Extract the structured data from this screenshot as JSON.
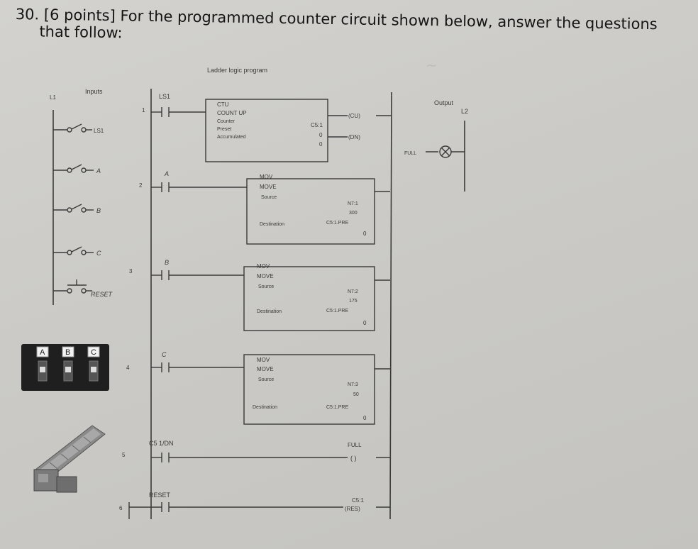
{
  "question": {
    "line1": "30. [6 points] For the programmed counter circuit shown below, answer the questions",
    "line2": "that follow:"
  },
  "diagram": {
    "title": "Ladder logic program",
    "inputs_label": "Inputs",
    "output_label": "Output",
    "l1_label": "L1",
    "l2_label": "L2",
    "inputs": [
      "LS1",
      "A",
      "B",
      "C",
      "RESET"
    ],
    "panel_buttons": [
      "A",
      "B",
      "C"
    ],
    "output_device": "FULL",
    "rungs": [
      {
        "number": "1",
        "contact": "LS1"
      },
      {
        "number": "2",
        "contact": "A"
      },
      {
        "number": "3",
        "contact": "B"
      },
      {
        "number": "4",
        "contact": "C"
      },
      {
        "number": "5",
        "contact": "C5 1/DN"
      },
      {
        "number": "6",
        "contact": "RESET"
      }
    ],
    "ctu": {
      "header": "CTU",
      "title": "COUNT UP",
      "counter_label": "Counter",
      "preset_label": "Preset",
      "accumulated_label": "Accumulated",
      "counter_value": "C5:1",
      "preset_value": "0",
      "accumulated_value": "0",
      "cu": "(CU)",
      "dn": "(DN)"
    },
    "movs": [
      {
        "header": "MOV",
        "title": "MOVE",
        "source_label": "Source",
        "dest_label": "Destination",
        "source_addr": "N7:1",
        "source_value": "300",
        "dest_addr": "C5:1.PRE",
        "dest_value": "0"
      },
      {
        "header": "MOV",
        "title": "MOVE",
        "source_label": "Source",
        "dest_label": "Destination",
        "source_addr": "N7:2",
        "source_value": "175",
        "dest_addr": "C5:1.PRE",
        "dest_value": "0"
      },
      {
        "header": "MOV",
        "title": "MOVE",
        "source_label": "Source",
        "dest_label": "Destination",
        "source_addr": "N7:3",
        "source_value": "50",
        "dest_addr": "C5:1.PRE",
        "dest_value": "0"
      }
    ],
    "full_coil": {
      "label": "FULL",
      "symbol": "( )"
    },
    "res_coil": {
      "addr": "C5:1",
      "symbol": "(RES)"
    }
  }
}
